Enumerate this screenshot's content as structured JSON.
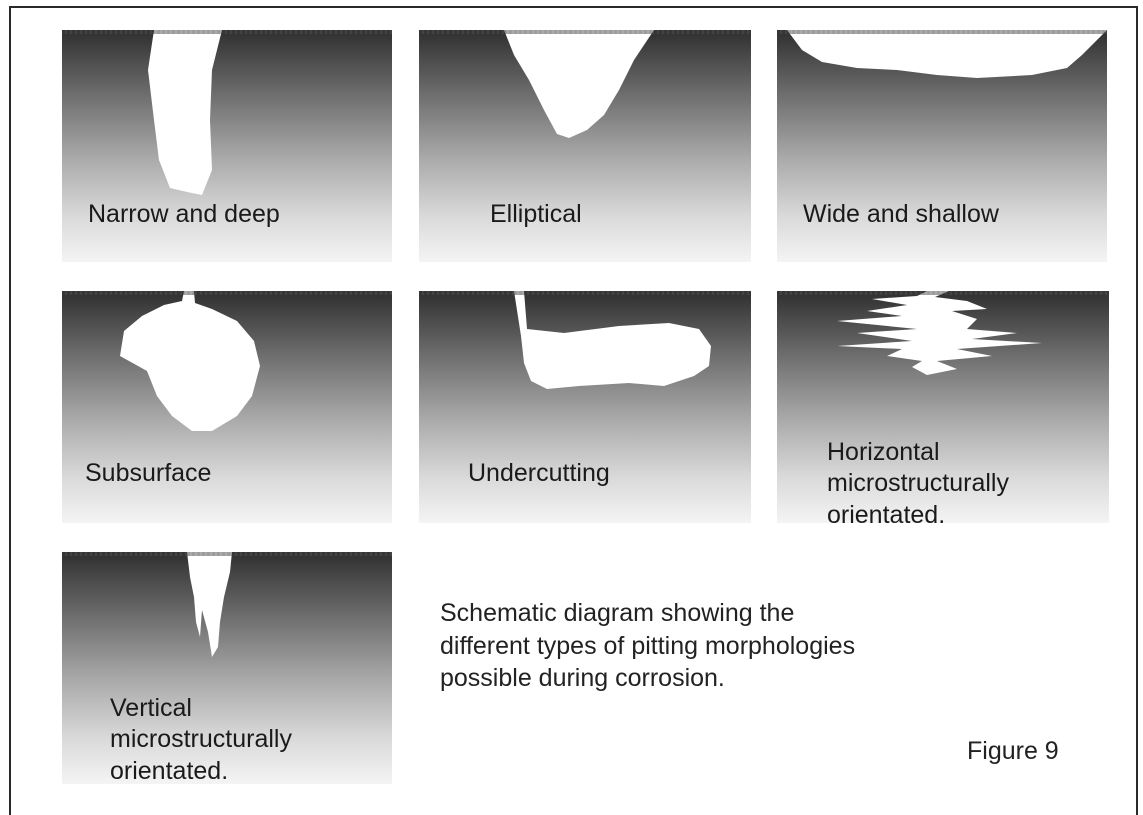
{
  "panels": [
    {
      "id": "narrow-and-deep",
      "label": "Narrow and deep"
    },
    {
      "id": "elliptical",
      "label": "Elliptical"
    },
    {
      "id": "wide-and-shallow",
      "label": "Wide and shallow"
    },
    {
      "id": "subsurface",
      "label": "Subsurface"
    },
    {
      "id": "undercutting",
      "label": "Undercutting"
    },
    {
      "id": "horizontal",
      "label": "Horizontal\nmicrostructurally\norientated."
    },
    {
      "id": "vertical",
      "label": "Vertical\nmicrostructurally\norientated."
    }
  ],
  "caption": "Schematic diagram showing the different types of pitting morphologies possible during corrosion.",
  "figure_label": "Figure 9"
}
